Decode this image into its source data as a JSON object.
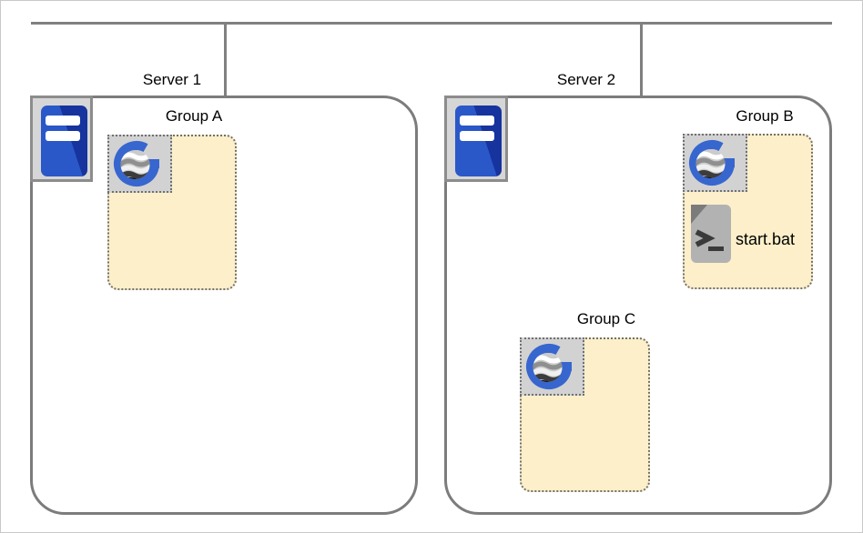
{
  "diagram": {
    "type": "deployment-topology",
    "network_bus": {
      "description": "horizontal network line with two drop connectors"
    },
    "servers": [
      {
        "label": "Server 1",
        "icon": "server-host-icon",
        "groups": [
          {
            "label": "Group A",
            "icon": "geneos-gateway-icon",
            "items": []
          }
        ]
      },
      {
        "label": "Server 2",
        "icon": "server-host-icon",
        "groups": [
          {
            "label": "Group B",
            "icon": "geneos-gateway-icon",
            "items": [
              {
                "type": "batch-file",
                "icon": "batch-file-icon",
                "label": "start.bat"
              }
            ]
          },
          {
            "label": "Group C",
            "icon": "geneos-gateway-icon",
            "items": []
          }
        ]
      }
    ],
    "icons": {
      "server_host": "server-host-icon",
      "gateway": "geneos-gateway-icon",
      "batch_file": "batch-file-icon"
    },
    "colors": {
      "line_gray": "#808080",
      "server_box_border": "#7c7c7c",
      "canvas_border": "#c9c9c9",
      "group_fill": "#fcefc9",
      "dotted_border": "#707070",
      "icon_square_gray": "#d2d2d2",
      "host_square_gray": "#d6d6d6",
      "server_blue_light": "#2a58c9",
      "server_blue_dark": "#16339e",
      "logo_blue": "#3766ce",
      "doc_gray": "#b2b2b2",
      "doc_fold_gray": "#7b7b7b"
    }
  }
}
